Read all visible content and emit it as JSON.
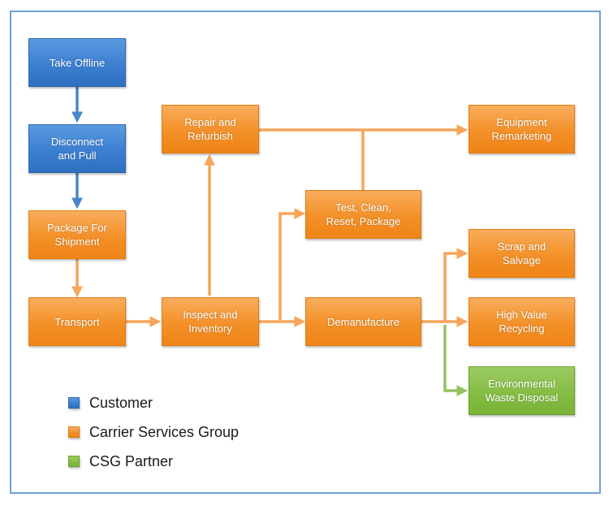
{
  "colors": {
    "customer": "#3c7fd0",
    "carrier": "#f39028",
    "partner": "#85bd45",
    "arrow_blue": "#4a86cf",
    "arrow_orange": "#f6a55b",
    "arrow_green": "#93c35f",
    "frame": "#6f9fd6"
  },
  "nodes": {
    "take_offline": "Take Offline",
    "disconnect_pull": "Disconnect\nand Pull",
    "package_shipment": "Package For\nShipment",
    "transport": "Transport",
    "inspect_inventory": "Inspect and\nInventory",
    "repair_refurbish": "Repair and\nRefurbish",
    "test_clean": "Test, Clean,\nReset, Package",
    "demanufacture": "Demanufacture",
    "equipment_remarketing": "Equipment\nRemarketing",
    "scrap_salvage": "Scrap and\nSalvage",
    "high_value_recycling": "High Value\nRecycling",
    "environmental_waste": "Environmental\nWaste Disposal"
  },
  "legend": {
    "customer": "Customer",
    "carrier": "Carrier Services Group",
    "partner": "CSG Partner"
  }
}
